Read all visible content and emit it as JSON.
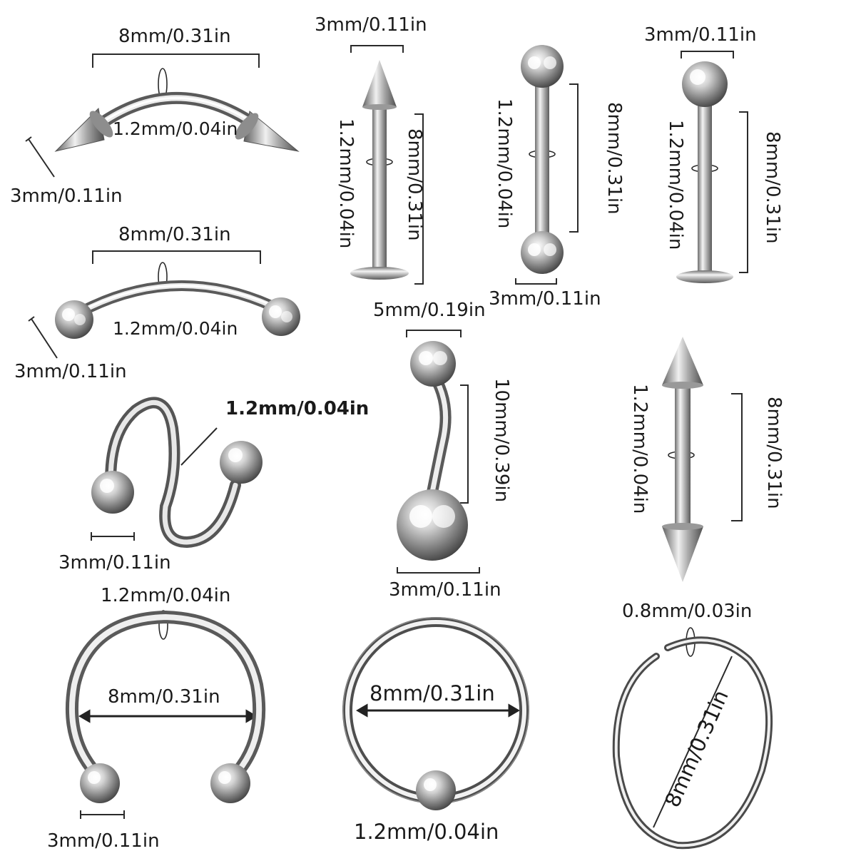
{
  "products": [
    {
      "name": "curved-spike-barbell",
      "length": "8mm/0.31in",
      "gauge": "1.2mm/0.04in",
      "end_size": "3mm/0.11in"
    },
    {
      "name": "spike-labret",
      "end_size": "3mm/0.11in",
      "gauge": "1.2mm/0.04in",
      "length": "8mm/0.31in"
    },
    {
      "name": "ball-barbell",
      "gauge": "1.2mm/0.04in",
      "length": "8mm/0.31in",
      "end_size": "3mm/0.11in"
    },
    {
      "name": "ball-labret",
      "end_size": "3mm/0.11in",
      "gauge": "1.2mm/0.04in",
      "length": "8mm/0.31in"
    },
    {
      "name": "curved-ball-barbell",
      "length": "8mm/0.31in",
      "gauge": "1.2mm/0.04in",
      "end_size": "3mm/0.11in"
    },
    {
      "name": "spiral-twist",
      "gauge": "1.2mm/0.04in",
      "end_size": "3mm/0.11in"
    },
    {
      "name": "belly-ring",
      "top_size": "5mm/0.19in",
      "length": "10mm/0.39in",
      "bottom_size": "3mm/0.11in"
    },
    {
      "name": "spike-barbell",
      "gauge": "1.2mm/0.04in",
      "length": "8mm/0.31in"
    },
    {
      "name": "horseshoe",
      "gauge": "1.2mm/0.04in",
      "diameter": "8mm/0.31in",
      "end_size": "3mm/0.11in"
    },
    {
      "name": "captive-bead-ring",
      "diameter": "8mm/0.31in",
      "gauge": "1.2mm/0.04in"
    },
    {
      "name": "nose-hoop",
      "gauge": "0.8mm/0.03in",
      "diameter": "8mm/0.31in"
    }
  ]
}
